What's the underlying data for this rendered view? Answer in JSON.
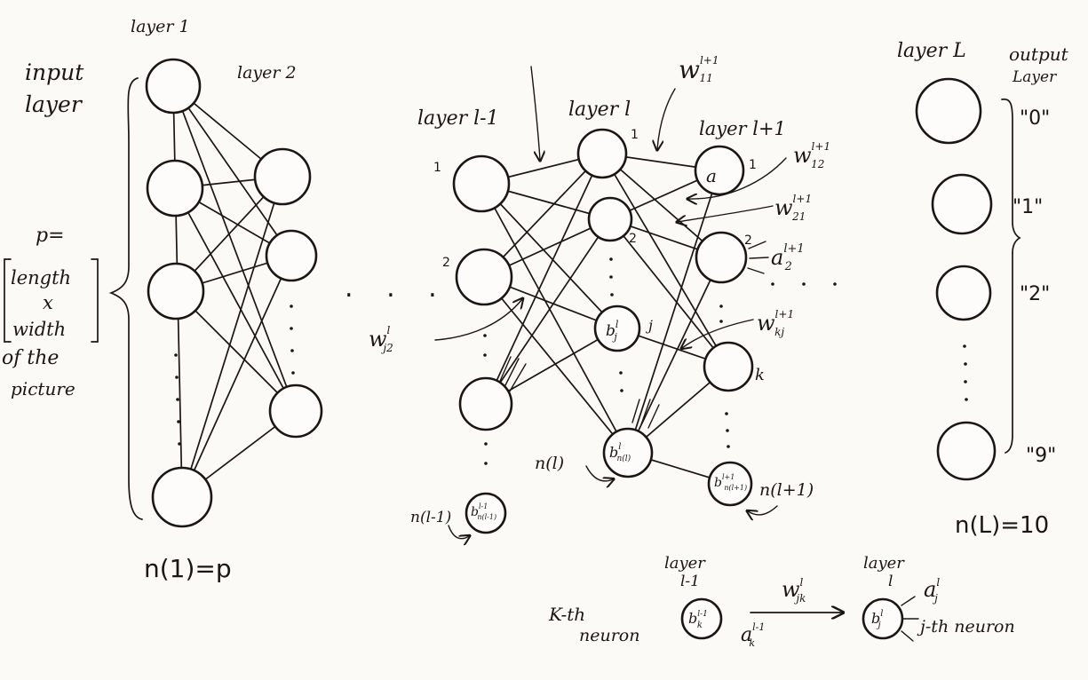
{
  "left_network": {
    "layer1_label": "layer 1",
    "layer2_label": "layer 2",
    "input_label_line1": "input",
    "input_label_line2": "layer",
    "p_label": "p=",
    "matrix_line1": "length",
    "matrix_line2": "x",
    "matrix_line3": "width",
    "picture_line1": "of the",
    "picture_line2": "picture",
    "count_label": "n(1)=p"
  },
  "ellipsis": ". . .",
  "middle_network": {
    "layer_prev_label": "layer l-1",
    "layer_cur_label": "layer l",
    "layer_next_label": "layer l+1",
    "idx_prev_1": "1",
    "idx_prev_2": "2",
    "idx_cur_1": "1",
    "idx_cur_2": "2",
    "idx_cur_j": "j",
    "idx_next_1": "1",
    "idx_next_2": "2",
    "idx_next_k": "k",
    "node_a1": "a",
    "bias_j": "b",
    "bias_j_sup": "l",
    "bias_j_sub": "j",
    "bias_nl": "b",
    "bias_nl_sup": "l",
    "bias_nl_sub": "n(l)",
    "bias_prev": "b",
    "bias_prev_sup": "l-1",
    "bias_prev_sub": "n(l-1)",
    "bias_next": "b",
    "bias_next_sup": "l+1",
    "bias_next_sub": "n(l+1)",
    "n_prev": "n(l-1)",
    "n_cur": "n(l)",
    "n_next": "n(l+1)",
    "a2": "a",
    "a2_sup": "l+1",
    "a2_sub": "2",
    "w11": "w",
    "w11_sup": "l+1",
    "w11_sub": "11",
    "w12": "w",
    "w12_sup": "l+1",
    "w12_sub": "12",
    "w21": "w",
    "w21_sup": "l+1",
    "w21_sub": "21",
    "wkj": "w",
    "wkj_sup": "l+1",
    "wkj_sub": "kj",
    "wj2": "w",
    "wj2_sup": "l",
    "wj2_sub": "j2"
  },
  "output_network": {
    "layerL_label": "layer L",
    "output_label_line1": "output",
    "output_label_line2": "Layer",
    "class_0": "\"0\"",
    "class_1": "\"1\"",
    "class_2": "\"2\"",
    "class_9": "\"9\"",
    "count_label": "n(L)=10"
  },
  "legend": {
    "kth_line1": "K-th",
    "kth_line2": "neuron",
    "prev_layer_line1": "layer",
    "prev_layer_line2": "l-1",
    "cur_layer_line1": "layer",
    "cur_layer_line2": "l",
    "w_jk": "w",
    "w_jk_sup": "l",
    "w_jk_sub": "jk",
    "bk": "b",
    "bk_sup": "l-1",
    "bk_sub": "k",
    "bj": "b",
    "bj_sup": "l",
    "bj_sub": "j",
    "ak": "a",
    "ak_sup": "l-1",
    "ak_sub": "k",
    "aj": "a",
    "aj_sup": "l",
    "aj_sub": "j",
    "jth_label": "j-th neuron"
  }
}
